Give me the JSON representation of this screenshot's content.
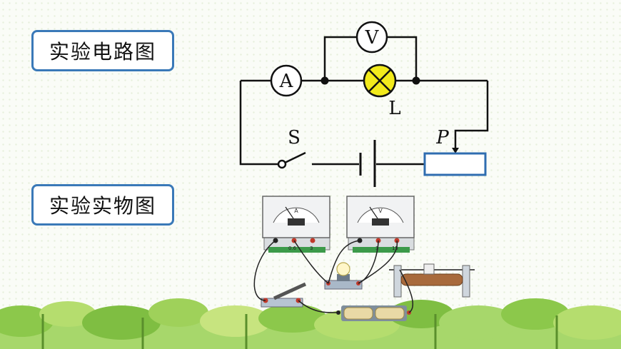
{
  "labels": {
    "circuit_diagram": "实验电路图",
    "physical_diagram": "实验实物图"
  },
  "circuit": {
    "voltmeter": "V",
    "ammeter": "A",
    "lamp": "L",
    "switch": "S",
    "slider": "P"
  },
  "meters": {
    "ammeter_face": "A",
    "voltmeter_face": "V",
    "ammeter_terminals": [
      "0.6",
      "3"
    ],
    "voltmeter_terminals": [
      "3",
      "15"
    ]
  },
  "colors": {
    "label_border": "#3a79b8",
    "lamp_fill": "#f2ea1c",
    "resistor_border": "#2f6db0",
    "tree_green": "#8cc84b"
  }
}
